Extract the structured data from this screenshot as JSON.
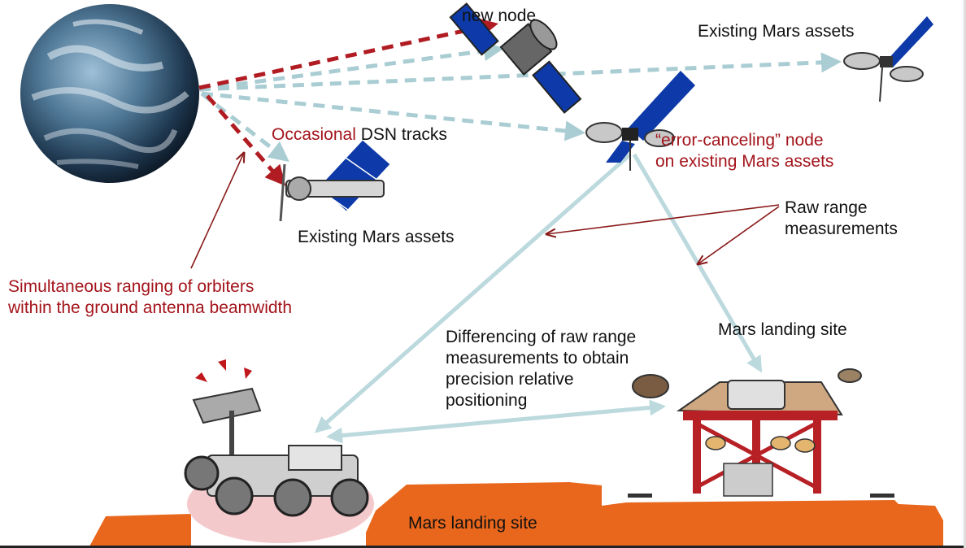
{
  "labels": {
    "new_node": "new node",
    "existing_assets_top": "Existing Mars assets",
    "occasional_prefix": "Occasional",
    "dsn_tracks": " DSN tracks",
    "error_canceling_line1": "“error-canceling” node",
    "error_canceling_line2": "on existing Mars assets",
    "existing_assets_mid": "Existing Mars assets",
    "raw_range_line1": "Raw range",
    "raw_range_line2": "measurements",
    "simultaneous_line1": "Simultaneous ranging of orbiters",
    "simultaneous_line2": "within the ground antenna beamwidth",
    "differencing_line1": "Differencing of raw range",
    "differencing_line2": "measurements to obtain",
    "differencing_line3": "precision relative",
    "differencing_line4": "positioning",
    "mars_landing_site_upper": "Mars landing site",
    "mars_landing_site_ground": "Mars landing site"
  },
  "icons": {
    "earth": "earth-globe-icon",
    "new_node": "satellite-icon",
    "existing_assets_top": "satellite-icon",
    "error_canceling_node": "satellite-icon",
    "existing_assets_mid": "satellite-icon",
    "rover": "rover-icon",
    "lander": "lander-icon"
  },
  "colors": {
    "red_label": "#a3141b",
    "red_link": "#b01c22",
    "dsn_link": "#a9cdd3",
    "range_link": "#bcd9de",
    "mars_ground": "#e8671c",
    "solar_panel": "#0d3aa8"
  }
}
